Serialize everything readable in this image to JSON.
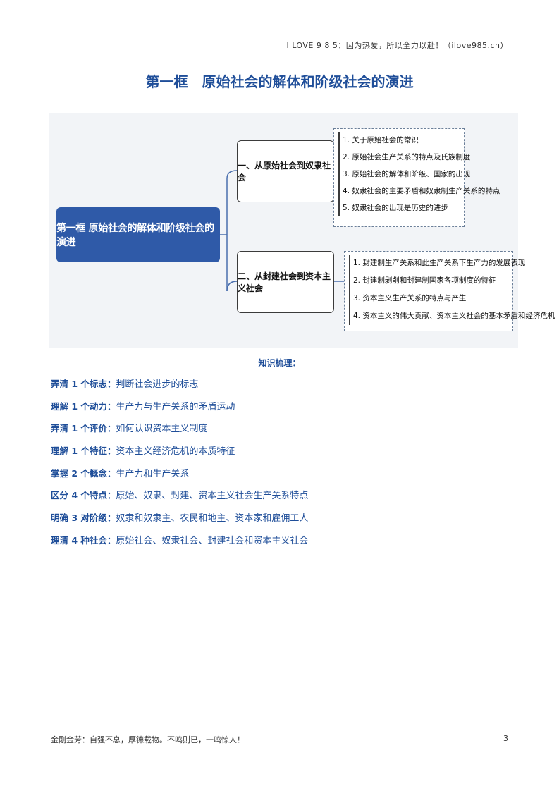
{
  "header": {
    "site_line": "I LOVE 9 8 5：因为热爱，所以全力以赴！（ilove985.cn）"
  },
  "title": "第一框　原始社会的解体和阶级社会的演进",
  "mindmap": {
    "root": "第一框  原始社会的解体和阶级社会的演进",
    "branches": [
      {
        "label": "一、从原始社会到奴隶社会",
        "items": [
          "1. 关于原始社会的常识",
          "2. 原始社会生产关系的特点及氏族制度",
          "3. 原始社会的解体和阶级、国家的出现",
          "4. 奴隶社会的主要矛盾和奴隶制生产关系的特点",
          "5. 奴隶社会的出现是历史的进步"
        ]
      },
      {
        "label": "二、从封建社会到资本主义社会",
        "items": [
          "1. 封建制生产关系和此生产关系下生产力的发展表现",
          "2. 封建制剥削和封建制国家各项制度的特征",
          "3. 资本主义生产关系的特点与产生",
          "4. 资本主义的伟大贡献、资本主义社会的基本矛盾和经济危机"
        ]
      }
    ]
  },
  "subtitle": "知识梳理：",
  "points": [
    {
      "label": "弄清 1 个标志：",
      "text": "判断社会进步的标志"
    },
    {
      "label": "理解 1 个动力：",
      "text": "生产力与生产关系的矛盾运动"
    },
    {
      "label": "弄清 1 个评价：",
      "text": "如何认识资本主义制度"
    },
    {
      "label": "理解 1 个特征：",
      "text": "资本主义经济危机的本质特征"
    },
    {
      "label": "掌握 2 个概念：",
      "text": "生产力和生产关系"
    },
    {
      "label": "区分 4 个特点：",
      "text": "原始、奴隶、封建、资本主义社会生产关系特点"
    },
    {
      "label": "明确 3 对阶级：",
      "text": "奴隶和奴隶主、农民和地主、资本家和雇佣工人"
    },
    {
      "label": "理清 4 种社会：",
      "text": "原始社会、奴隶社会、封建社会和资本主义社会"
    }
  ],
  "footer": {
    "motto": "金刚金芳：自强不息，厚德载物。不鸣则已，一鸣惊人！",
    "page_number": "3"
  },
  "colors": {
    "accent": "#1f4e99",
    "root_fill": "#2f5aa8",
    "panel_bg": "#f2f4f7"
  }
}
